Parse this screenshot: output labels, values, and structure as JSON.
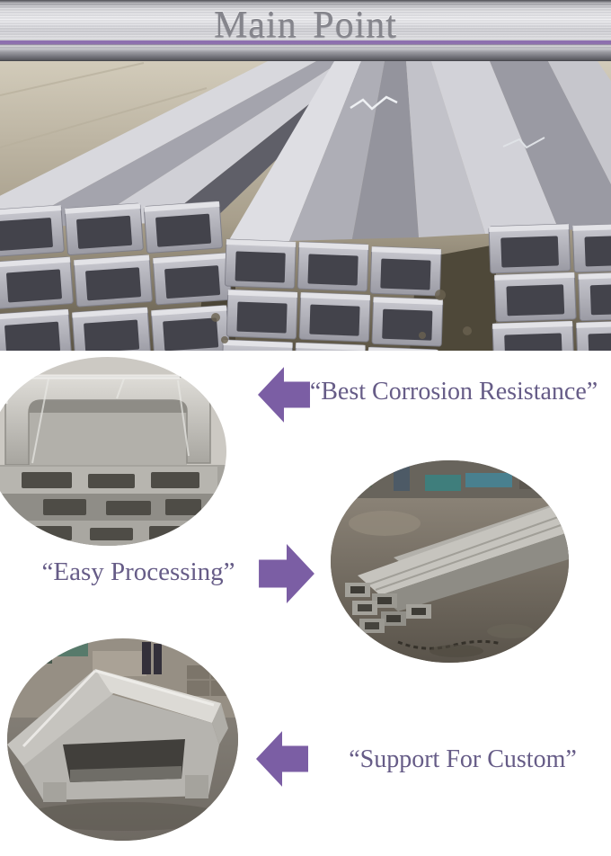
{
  "banner": {
    "title": "Main Point",
    "accent_line_color": "#8d6fae",
    "title_color": "#85858c"
  },
  "features": [
    {
      "id": "corrosion-resistance",
      "label": "“Best Corrosion Resistance”",
      "arrow_direction": "left"
    },
    {
      "id": "easy-processing",
      "label": "“Easy Processing”",
      "arrow_direction": "right"
    },
    {
      "id": "support-for-custom",
      "label": "“Support For Custom”",
      "arrow_direction": "left"
    }
  ],
  "photos": {
    "top": {
      "name": "stainless-channel-bundles-photo"
    },
    "circle1": {
      "name": "channel-stack-closeup-photo"
    },
    "circle2": {
      "name": "channel-bundles-yard-photo"
    },
    "circle3": {
      "name": "large-channel-beam-photo"
    }
  },
  "colors": {
    "arrow": "#7b5ea4",
    "feature_text": "#665c87"
  }
}
